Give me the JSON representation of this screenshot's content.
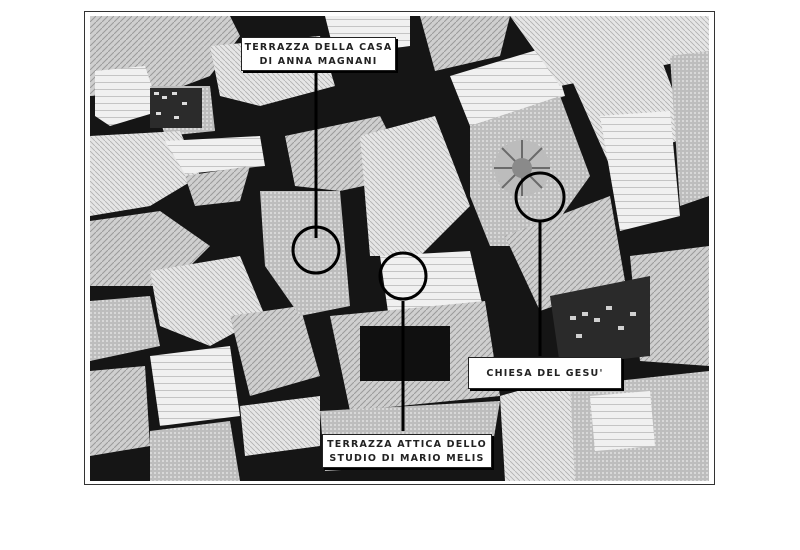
{
  "labels": {
    "anna_magnani": {
      "line1": "TERRAZZA DELLA CASA",
      "line2": "DI ANNA MAGNANI"
    },
    "chiesa_gesu": {
      "line1": "CHIESA DEL GESU'"
    },
    "mario_melis": {
      "line1": "TERRAZZA ATTICA DELLO",
      "line2": "STUDIO DI MARIO MELIS"
    }
  },
  "colors": {
    "background": "#ffffff",
    "frame_border": "#333333",
    "marker": "#000000",
    "label_background": "#ffffff",
    "label_text": "#222222"
  }
}
